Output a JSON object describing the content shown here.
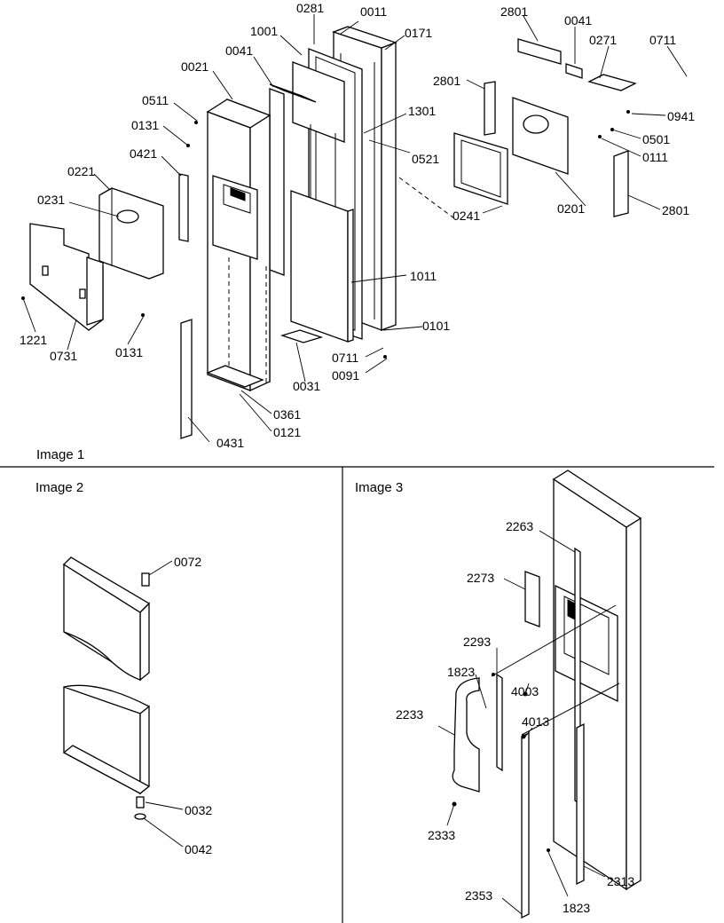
{
  "image1": {
    "title": "Image 1",
    "labels": {
      "l0281": "0281",
      "l0011": "0011",
      "l1001": "1001",
      "l0171": "0171",
      "l0041a": "0041",
      "l0021": "0021",
      "l0511": "0511",
      "l0131a": "0131",
      "l1301": "1301",
      "l0421": "0421",
      "l0521": "0521",
      "l0221": "0221",
      "l0231": "0231",
      "l1011": "1011",
      "l0101": "0101",
      "l1221": "1221",
      "l0731": "0731",
      "l0131b": "0131",
      "l0711a": "0711",
      "l0091": "0091",
      "l0031": "0031",
      "l0361": "0361",
      "l0121": "0121",
      "l0431": "0431",
      "l2801a": "2801",
      "l0041b": "0041",
      "l0271": "0271",
      "l0711b": "0711",
      "l2801b": "2801",
      "l0941": "0941",
      "l0501": "0501",
      "l0111": "0111",
      "l0201": "0201",
      "l2801c": "2801",
      "l0241": "0241"
    }
  },
  "image2": {
    "title": "Image 2",
    "labels": {
      "l0072": "0072",
      "l0032": "0032",
      "l0042": "0042"
    }
  },
  "image3": {
    "title": "Image 3",
    "labels": {
      "l2263": "2263",
      "l2273": "2273",
      "l2293": "2293",
      "l1823a": "1823",
      "l4003": "4003",
      "l2233": "2233",
      "l4013": "4013",
      "l2333": "2333",
      "l2353": "2353",
      "l1823b": "1823",
      "l2313": "2313"
    }
  }
}
